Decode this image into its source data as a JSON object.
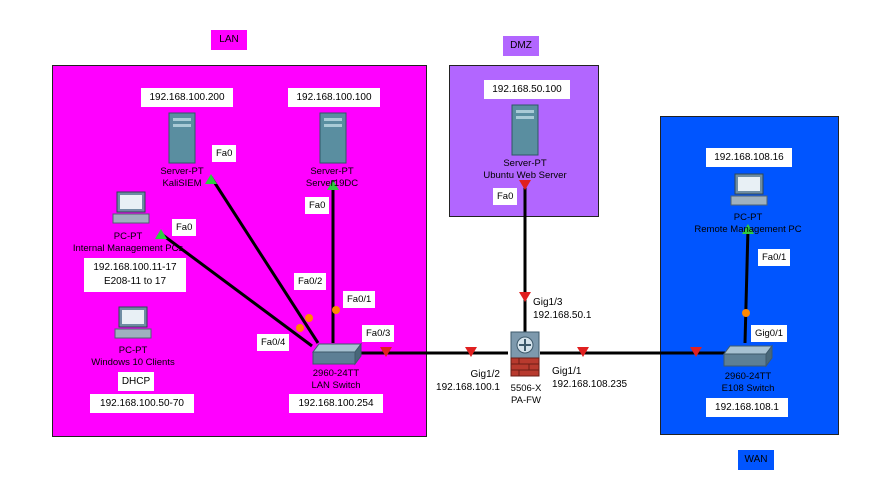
{
  "zones": {
    "lan": {
      "label": "LAN",
      "color": "#ff00ff"
    },
    "dmz": {
      "label": "DMZ",
      "color": "#b266ff"
    },
    "wan": {
      "label": "WAN",
      "color": "#0055ff"
    }
  },
  "devices": {
    "kali": {
      "type": "Server-PT",
      "name": "KaliSIEM",
      "ip": "192.168.100.200",
      "port": "Fa0"
    },
    "dc": {
      "type": "Server-PT",
      "name": "Server19DC",
      "ip": "192.168.100.100",
      "port": "Fa0"
    },
    "mgmt_pc": {
      "type": "PC-PT",
      "name": "Internal Management PCs",
      "ip": "192.168.100.11-17",
      "note": "E208-11 to 17",
      "port": "Fa0"
    },
    "win_clients": {
      "type": "PC-PT",
      "name": "Windows 10 Clients",
      "dhcp": "DHCP",
      "range": "192.168.100.50-70"
    },
    "lan_switch": {
      "model": "2960-24TT",
      "name": "LAN Switch",
      "ip": "192.168.100.254",
      "ports": {
        "fa02": "Fa0/2",
        "fa01": "Fa0/1",
        "fa04": "Fa0/4",
        "fa03": "Fa0/3"
      }
    },
    "web": {
      "type": "Server-PT",
      "name": "Ubuntu Web Server",
      "ip": "192.168.50.100",
      "port": "Fa0"
    },
    "fw": {
      "model": "5506-X",
      "name": "PA-FW",
      "gig13": "Gig1/3",
      "gig13_ip": "192.168.50.1",
      "gig12": "Gig1/2",
      "gig12_ip": "192.168.100.1",
      "gig11": "Gig1/1",
      "gig11_ip": "192.168.108.235"
    },
    "remote_pc": {
      "type": "PC-PT",
      "name": "Remote Management PC",
      "ip": "192.168.108.16",
      "port": "Fa0/1"
    },
    "e108": {
      "model": "2960-24TT",
      "name": "E108 Switch",
      "ip": "192.168.108.1",
      "port": "Gig0/1"
    }
  },
  "colors": {
    "link": "#000000",
    "down_arrow": "#e02020",
    "up_arrow": "#2ecc40",
    "dot": "#ff8800"
  }
}
